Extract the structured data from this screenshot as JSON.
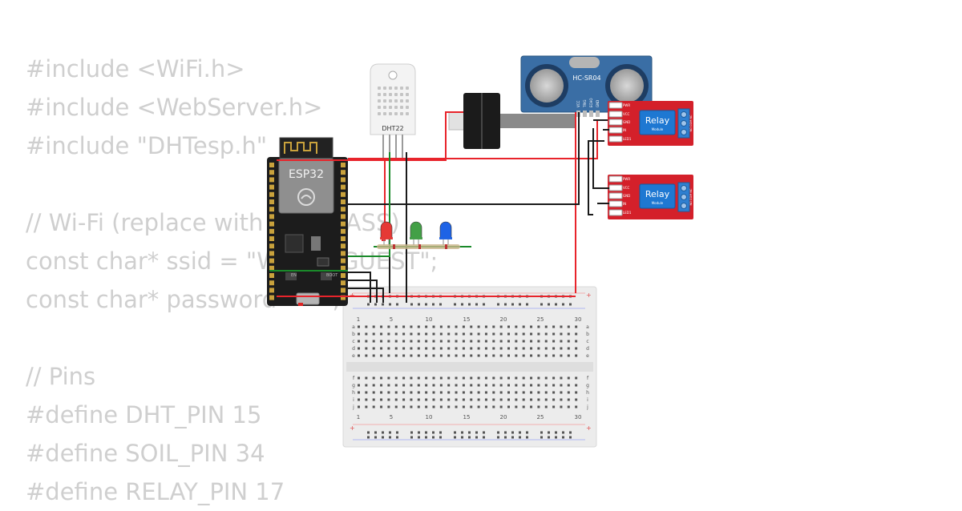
{
  "code_lines": [
    "#include <WiFi.h>",
    "#include <WebServer.h>",
    "#include \"DHTesp.h\"",
    "",
    "// Wi-Fi (replace with SSID/PASS)",
    "const char* ssid = \"Wokwi-GUEST\";",
    "const char* password = \"\";",
    "",
    "// Pins",
    "#define DHT_PIN 15",
    "#define SOIL_PIN 34",
    "#define RELAY_PIN 17"
  ],
  "components": {
    "esp32": {
      "label": "ESP32",
      "boot": "BOOT",
      "en": "EN"
    },
    "dht22": {
      "label": "DHT22"
    },
    "sonar": {
      "label": "HC-SR04",
      "pins": [
        "VCC",
        "TRIG",
        "ECHO",
        "GND"
      ]
    },
    "relay1": {
      "label": "Relay",
      "sub": "Module",
      "pins": [
        "PWR",
        "VCC",
        "GND",
        "IN",
        "LED1"
      ],
      "side": "NO COM NC"
    },
    "relay2": {
      "label": "Relay",
      "sub": "Module",
      "pins": [
        "PWR",
        "VCC",
        "GND",
        "IN",
        "LED1"
      ],
      "side": "NO COM NC"
    },
    "leds": [
      {
        "name": "red",
        "color": "#e53935"
      },
      {
        "name": "green",
        "color": "#43a047"
      },
      {
        "name": "blue",
        "color": "#1e63e6"
      }
    ]
  },
  "breadboard": {
    "columns": [
      "1",
      "5",
      "10",
      "15",
      "20",
      "25",
      "30"
    ],
    "rows_top": [
      "a",
      "b",
      "c",
      "d",
      "e"
    ],
    "rows_bottom": [
      "f",
      "g",
      "h",
      "i",
      "j"
    ],
    "rail_plus": "+",
    "rail_minus": "-"
  },
  "colors": {
    "wire_red": "#e8242b",
    "wire_black": "#1a1a1a",
    "wire_green": "#1a8a2a",
    "esp_board": "#1c1c1c",
    "relay_red": "#d4202a",
    "sonar_blue": "#3a6ea5"
  }
}
